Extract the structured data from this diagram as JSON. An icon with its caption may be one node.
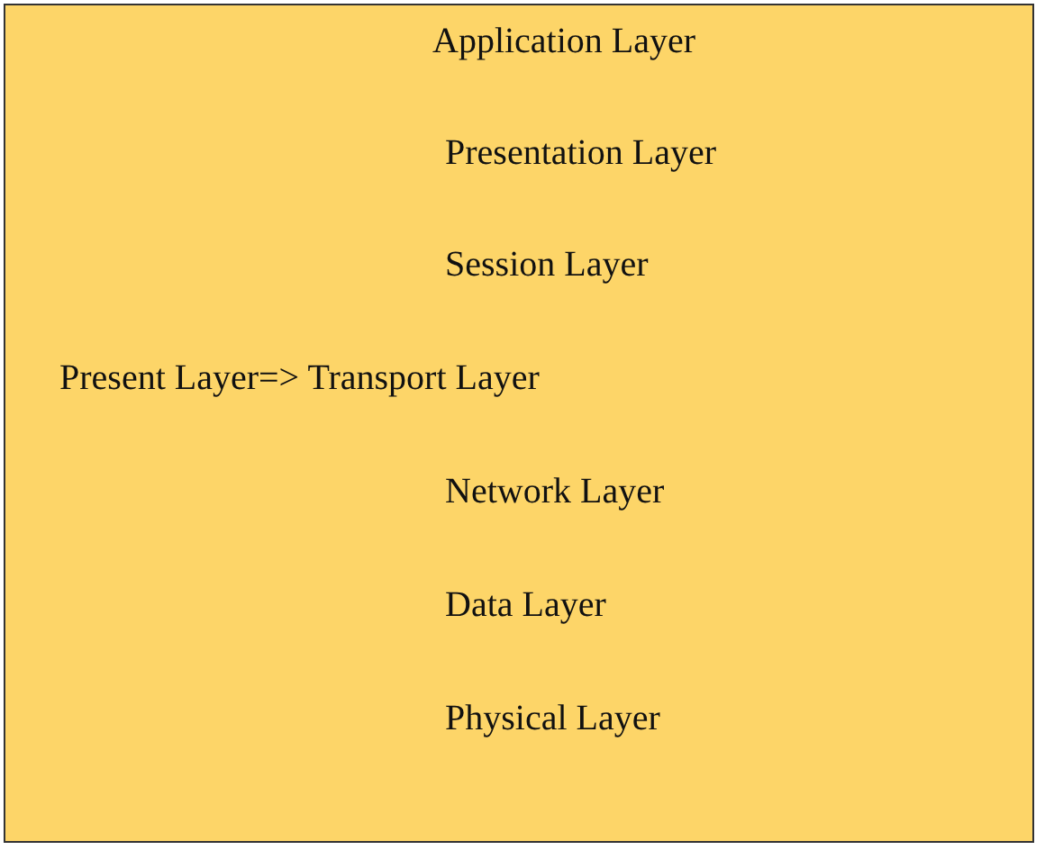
{
  "diagram": {
    "nodes": [
      {
        "text": [
          "Application Layer",
          "Presentation Layer",
          "Session Layer",
          "Present Layer=> Transport Layer",
          "Network Layer",
          "Data Layer",
          "Physical Layer"
        ]
      }
    ]
  }
}
